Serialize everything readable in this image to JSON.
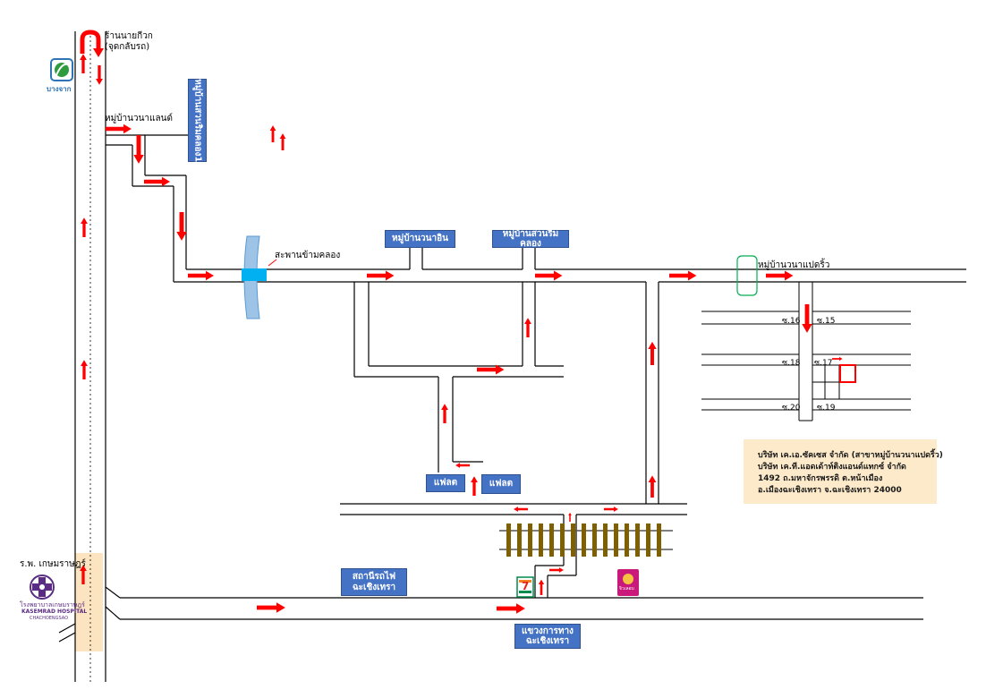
{
  "places": {
    "uturn_line1": "ร้านนายกีวก",
    "uturn_line2": "(จุดกลับรถ)",
    "nana_land": "หมู่บ้านวนาแลนด์",
    "bridge": "สะพานข้ามคลอง",
    "nana_paet_riw": "หมู่บ้านวนาแปดริ้ว",
    "hospital": "ร.พ. เกษมราษฎร์"
  },
  "boxes": {
    "klong1": "หมู่บ้านสวนริมคลอง1",
    "nana_in": "หมู่บ้านวนาอิน",
    "suan_rim_klong": "หมู่บ้านสวนริมคลอง",
    "flat1": "แฟลต",
    "flat2": "แฟลต",
    "station_line1": "สถานีรถไฟ",
    "station_line2": "ฉะเชิงเทรา",
    "highway_line1": "แขวงการทาง",
    "highway_line2": "ฉะเชิงเทรา"
  },
  "sois": {
    "s16": "ซ.16",
    "s15": "ซ.15",
    "s18": "ซ.18",
    "s17": "ซ.17",
    "s20": "ซ.20",
    "s19": "ซ.19"
  },
  "info": {
    "line1": "บริษัท เค.เอ.ซัคเซส จำกัด (สาขาหมู่บ้านวนาแปดริ้ว)",
    "line2": "บริษัท เค.ที.แอดเด้าท์ติงแอนด์แทกซ์ จำกัด",
    "line3": "1492 ถ.มหาจักรพรรดิ ต.หน้าเมือง",
    "line4": "อ.เมืองฉะเชิงเทรา จ.ฉะเชิงเทรา 24000"
  },
  "logos": {
    "bangchak": "บางจาก",
    "hospital_thai": "โรงพยาบาลเกษมราษฎร์",
    "hospital_en": "KASEMRAD HOSPITAL",
    "hospital_city": "CHACHOENGSAO",
    "seven_eleven": "7",
    "shop_badge": "จิวเลอบ"
  },
  "colors": {
    "arrow": "#ff0000",
    "box": "#4472c4",
    "info_bg": "#fdeacb",
    "bridge_band": "#9dc3e6",
    "bridge_marker": "#00b0f0",
    "hospital_band": "#fce4c0",
    "rail_tie": "#7f6000",
    "green_marker": "#00b050"
  }
}
